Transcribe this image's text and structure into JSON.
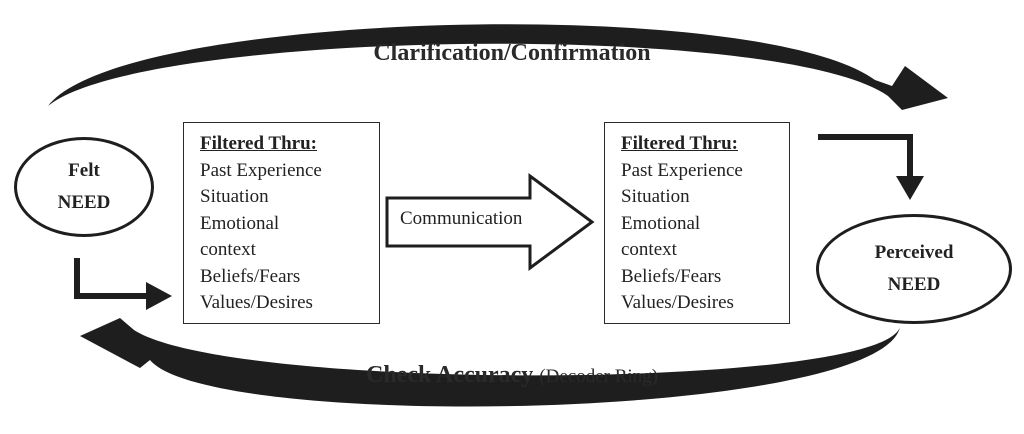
{
  "top_label": "Clarification/Confirmation",
  "bottom_label": {
    "main": "Check Accuracy",
    "paren": "(Decoder Ring)"
  },
  "felt_need": {
    "line1": "Felt",
    "line2": "NEED"
  },
  "perceived_need": {
    "line1": "Perceived",
    "line2": "NEED"
  },
  "filter_box_left": {
    "heading": "Filtered Thru:",
    "items": [
      "Past Experience",
      "Situation",
      "Emotional",
      "context",
      "Beliefs/Fears",
      "Values/Desires"
    ]
  },
  "filter_box_right": {
    "heading": "Filtered Thru:",
    "items": [
      "Past Experience",
      "Situation",
      "Emotional",
      "context",
      "Beliefs/Fears",
      "Values/Desires"
    ]
  },
  "communication_label": "Communication",
  "colors": {
    "ink": "#1e1e1e",
    "background": "#ffffff"
  }
}
